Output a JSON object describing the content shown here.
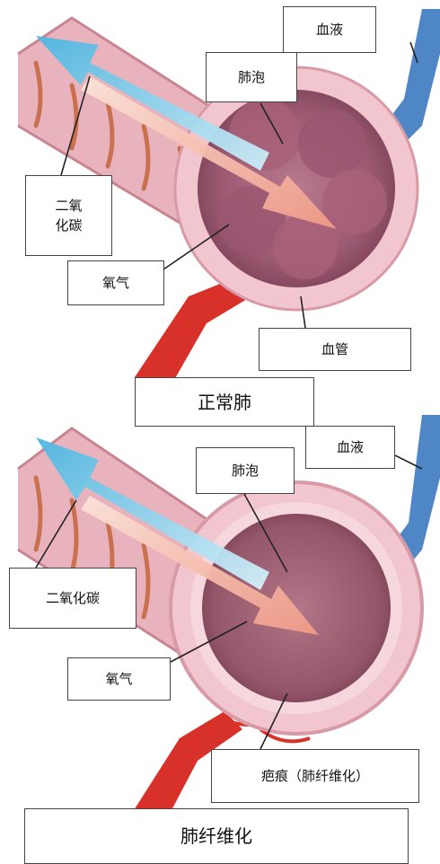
{
  "normal": {
    "blood": "血液",
    "alveolus": "肺泡",
    "co2": "二氧\n化碳",
    "oxygen": "氧气",
    "vessel": "血管",
    "caption": "正常肺"
  },
  "fibrosis": {
    "blood": "血液",
    "alveolus": "肺泡",
    "co2": "二氧化碳",
    "oxygen": "氧气",
    "scar": "疤痕（肺纤维化）",
    "caption": "肺纤维化"
  },
  "colors": {
    "airway": "#e9b3bd",
    "alveolus_wall": "#f1c6cf",
    "alveolus_inner": "#a6637a",
    "artery": "#d8312a",
    "vein": "#4f86c6",
    "co2_arrow": "#7fcbe8",
    "o2_arrow": "#f4b7a6"
  }
}
